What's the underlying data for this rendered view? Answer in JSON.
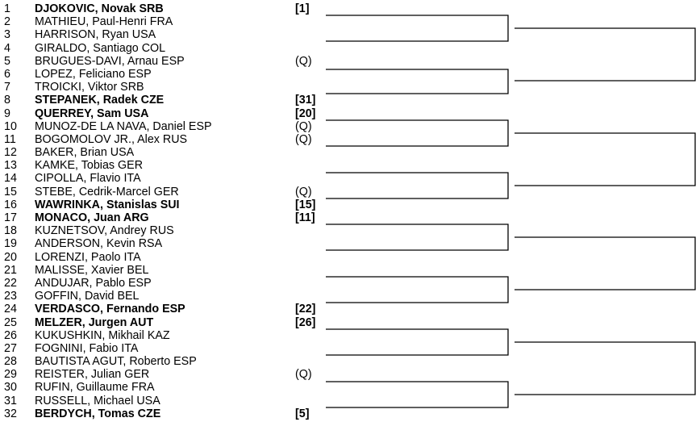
{
  "draw": {
    "entries": [
      {
        "num": "1",
        "name": "DJOKOVIC, Novak SRB",
        "note": "[1]",
        "bold": true
      },
      {
        "num": "2",
        "name": "MATHIEU, Paul-Henri FRA",
        "note": "",
        "bold": false
      },
      {
        "num": "3",
        "name": "HARRISON, Ryan USA",
        "note": "",
        "bold": false
      },
      {
        "num": "4",
        "name": "GIRALDO, Santiago COL",
        "note": "",
        "bold": false
      },
      {
        "num": "5",
        "name": "BRUGUES-DAVI, Arnau ESP",
        "note": "(Q)",
        "bold": false
      },
      {
        "num": "6",
        "name": "LOPEZ, Feliciano ESP",
        "note": "",
        "bold": false
      },
      {
        "num": "7",
        "name": "TROICKI, Viktor SRB",
        "note": "",
        "bold": false
      },
      {
        "num": "8",
        "name": "STEPANEK, Radek CZE",
        "note": "[31]",
        "bold": true
      },
      {
        "num": "9",
        "name": "QUERREY, Sam USA",
        "note": "[20]",
        "bold": true
      },
      {
        "num": "10",
        "name": "MUNOZ-DE LA NAVA, Daniel ESP",
        "note": "(Q)",
        "bold": false
      },
      {
        "num": "11",
        "name": "BOGOMOLOV JR., Alex RUS",
        "note": "(Q)",
        "bold": false
      },
      {
        "num": "12",
        "name": "BAKER, Brian USA",
        "note": "",
        "bold": false
      },
      {
        "num": "13",
        "name": "KAMKE, Tobias GER",
        "note": "",
        "bold": false
      },
      {
        "num": "14",
        "name": "CIPOLLA, Flavio ITA",
        "note": "",
        "bold": false
      },
      {
        "num": "15",
        "name": "STEBE, Cedrik-Marcel GER",
        "note": "(Q)",
        "bold": false
      },
      {
        "num": "16",
        "name": "WAWRINKA, Stanislas SUI",
        "note": "[15]",
        "bold": true
      },
      {
        "num": "17",
        "name": "MONACO, Juan ARG",
        "note": "[11]",
        "bold": true
      },
      {
        "num": "18",
        "name": "KUZNETSOV, Andrey RUS",
        "note": "",
        "bold": false
      },
      {
        "num": "19",
        "name": "ANDERSON, Kevin RSA",
        "note": "",
        "bold": false
      },
      {
        "num": "20",
        "name": "LORENZI, Paolo ITA",
        "note": "",
        "bold": false
      },
      {
        "num": "21",
        "name": "MALISSE, Xavier BEL",
        "note": "",
        "bold": false
      },
      {
        "num": "22",
        "name": "ANDUJAR, Pablo ESP",
        "note": "",
        "bold": false
      },
      {
        "num": "23",
        "name": "GOFFIN, David BEL",
        "note": "",
        "bold": false
      },
      {
        "num": "24",
        "name": "VERDASCO, Fernando ESP",
        "note": "[22]",
        "bold": true
      },
      {
        "num": "25",
        "name": "MELZER, Jurgen AUT",
        "note": "[26]",
        "bold": true
      },
      {
        "num": "26",
        "name": "KUKUSHKIN, Mikhail KAZ",
        "note": "",
        "bold": false
      },
      {
        "num": "27",
        "name": "FOGNINI, Fabio ITA",
        "note": "",
        "bold": false
      },
      {
        "num": "28",
        "name": "BAUTISTA AGUT, Roberto ESP",
        "note": "",
        "bold": false
      },
      {
        "num": "29",
        "name": "REISTER, Julian GER",
        "note": "(Q)",
        "bold": false
      },
      {
        "num": "30",
        "name": "RUFIN, Guillaume FRA",
        "note": "",
        "bold": false
      },
      {
        "num": "31",
        "name": "RUSSELL, Michael USA",
        "note": "",
        "bold": false
      },
      {
        "num": "32",
        "name": "BERDYCH, Tomas CZE",
        "note": "[5]",
        "bold": true
      }
    ]
  }
}
